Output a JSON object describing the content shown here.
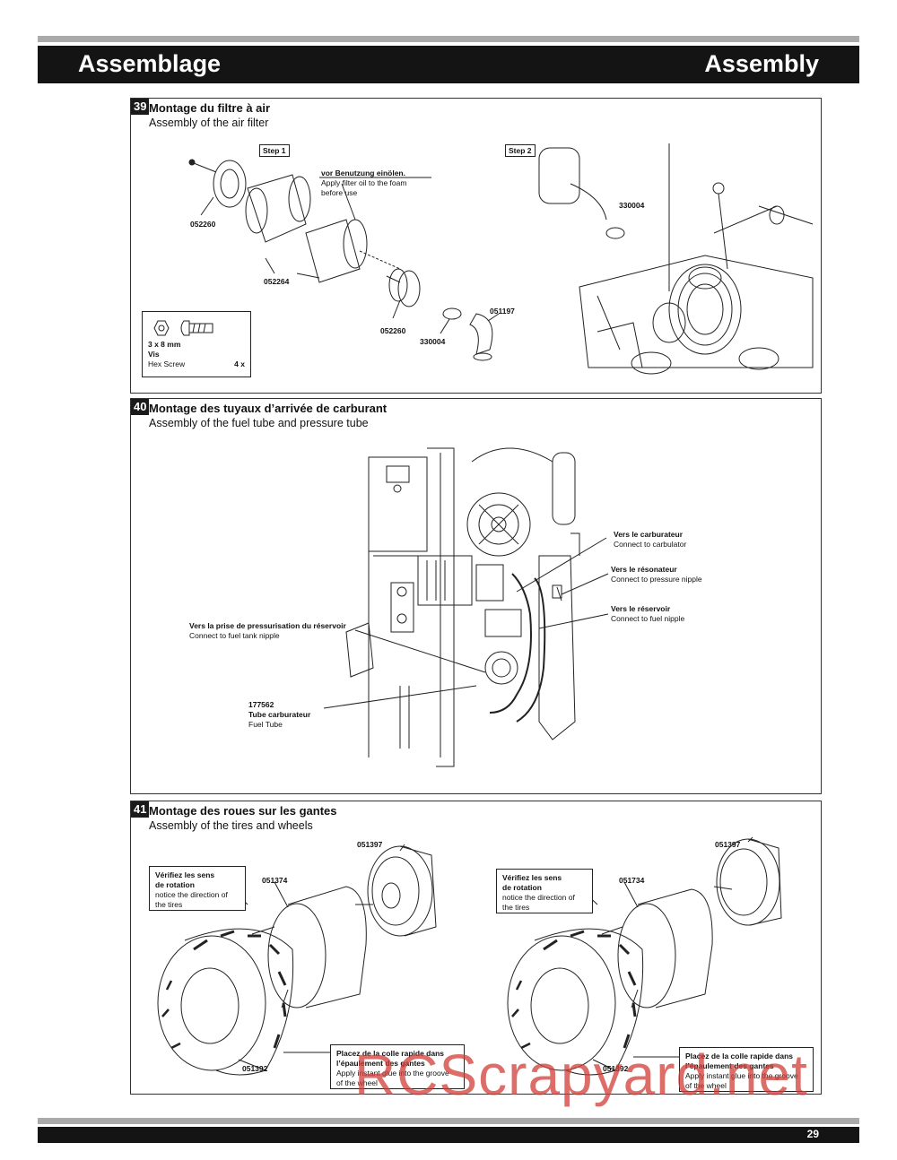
{
  "header": {
    "left": "Assemblage",
    "right": "Assembly"
  },
  "step39": {
    "number": "39",
    "title_fr": "Montage du filtre à air",
    "title_en": "Assembly of the air filter",
    "step1": "Step 1",
    "step2": "Step 2",
    "oil_de": "vor Benutzung einölen.",
    "oil_en1": "Apply filter oil to the foam",
    "oil_en2": "before use",
    "parts": {
      "p052260a": "052260",
      "p052264": "052264",
      "p052260b": "052260",
      "p330004a": "330004",
      "p051197": "051197",
      "p330004b": "330004"
    },
    "screw": {
      "size": "3 x 8 mm",
      "fr": "Vis",
      "en": "Hex Screw",
      "qty": "4 x"
    }
  },
  "step40": {
    "number": "40",
    "title_fr": "Montage des tuyaux d’arrivée de carburant",
    "title_en": "Assembly of the fuel tube and pressure tube",
    "c1_fr": "Vers le carburateur",
    "c1_en": "Connect to carbulator",
    "c2_fr": "Vers le résonateur",
    "c2_en": "Connect to pressure nipple",
    "c3_fr": "Vers le réservoir",
    "c3_en": "Connect to fuel nipple",
    "c4_fr": "Vers la prise de pressurisation du réservoir",
    "c4_en": "Connect to fuel tank nipple",
    "tube_no": "177562",
    "tube_fr": "Tube carburateur",
    "tube_en": "Fuel Tube"
  },
  "step41": {
    "number": "41",
    "title_fr": "Montage des roues sur les gantes",
    "title_en": "Assembly of the tires and wheels",
    "dir_fr1": "Vérifiez les sens",
    "dir_fr2": "de rotation",
    "dir_en1": "notice the direction of",
    "dir_en2": "the tires",
    "glue_fr1": "Placez de la colle rapide dans",
    "glue_fr2": "l’épaulement des gantes",
    "glue_en1": "Apply instant glue into the groove",
    "glue_en2": "of the wheel",
    "left_parts": {
      "rim": "051397",
      "foam": "051374",
      "tire": "051392"
    },
    "right_parts": {
      "rim": "051397",
      "foam": "051734",
      "tire": "051392"
    }
  },
  "footer": {
    "page": "29"
  },
  "watermark": "RCScrapyard.net"
}
